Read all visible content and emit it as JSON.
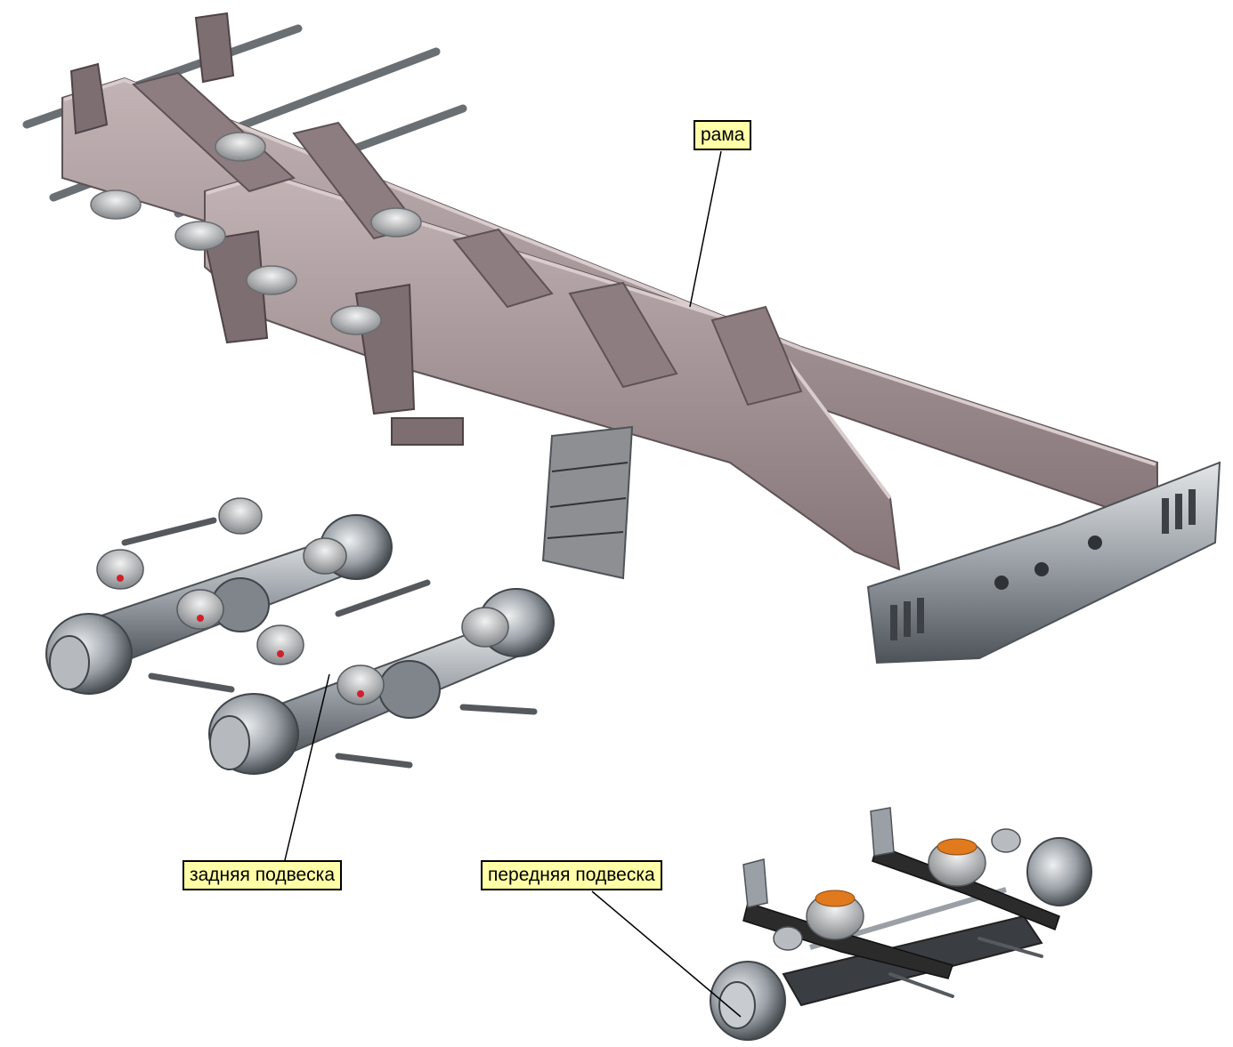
{
  "labels": {
    "frame": "рама",
    "rear_suspension": "задняя подвеска",
    "front_suspension": "передняя подвеска"
  },
  "colors": {
    "frame_fill": "#9e8a8c",
    "frame_dark": "#6e6266",
    "frame_light": "#c4b6b8",
    "steel": "#9aa0a6",
    "steel_dark": "#5d6268",
    "leaf_spring": "#2b2b2b",
    "air_bag": "#d0d2d4",
    "air_bag_top": "#e07a1c",
    "callout_fill": "#ffffa8"
  }
}
